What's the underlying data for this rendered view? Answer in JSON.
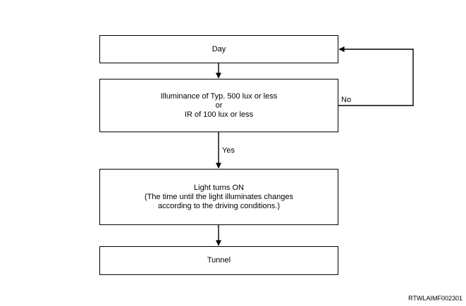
{
  "flowchart": {
    "nodes": {
      "day": {
        "lines": [
          "Day"
        ]
      },
      "condition": {
        "lines": [
          "Illuminance of Typ. 500 lux or less",
          "or",
          "IR of 100 lux or less"
        ]
      },
      "light_on": {
        "lines": [
          "Light turns ON",
          "(The time until the light illuminates changes",
          "according to the driving conditions.)"
        ]
      },
      "tunnel": {
        "lines": [
          "Tunnel"
        ]
      }
    },
    "edges": [
      {
        "from": "day",
        "to": "condition",
        "label": ""
      },
      {
        "from": "condition",
        "to": "light_on",
        "label": "Yes"
      },
      {
        "from": "condition",
        "to": "day",
        "label": "No"
      },
      {
        "from": "light_on",
        "to": "tunnel",
        "label": ""
      }
    ]
  },
  "figure_code": "RTWLAIMF002301",
  "colors": {
    "stroke": "#000000",
    "background": "#ffffff"
  }
}
